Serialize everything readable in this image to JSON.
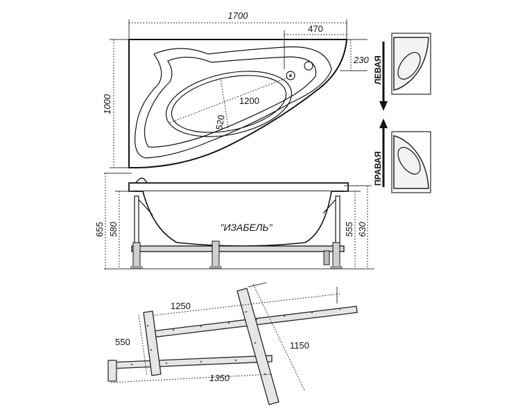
{
  "top_view": {
    "width_label": "1700",
    "depth_label": "1000",
    "offset_label": "470",
    "edge_label": "230",
    "inner_length_label": "1200",
    "inner_width_label": "520"
  },
  "side_view": {
    "model_label": "\"ИЗАБЕЛЬ\"",
    "height_total_label": "655",
    "height_left_label": "580",
    "height_right_inner_label": "555",
    "height_right_label": "630"
  },
  "frame": {
    "beam1_label": "1250",
    "beam2_label": "1350",
    "leg_label": "550",
    "cross_label": "1150"
  },
  "variants": {
    "left_label": "ЛЕВАЯ",
    "right_label": "ПРАВАЯ"
  }
}
